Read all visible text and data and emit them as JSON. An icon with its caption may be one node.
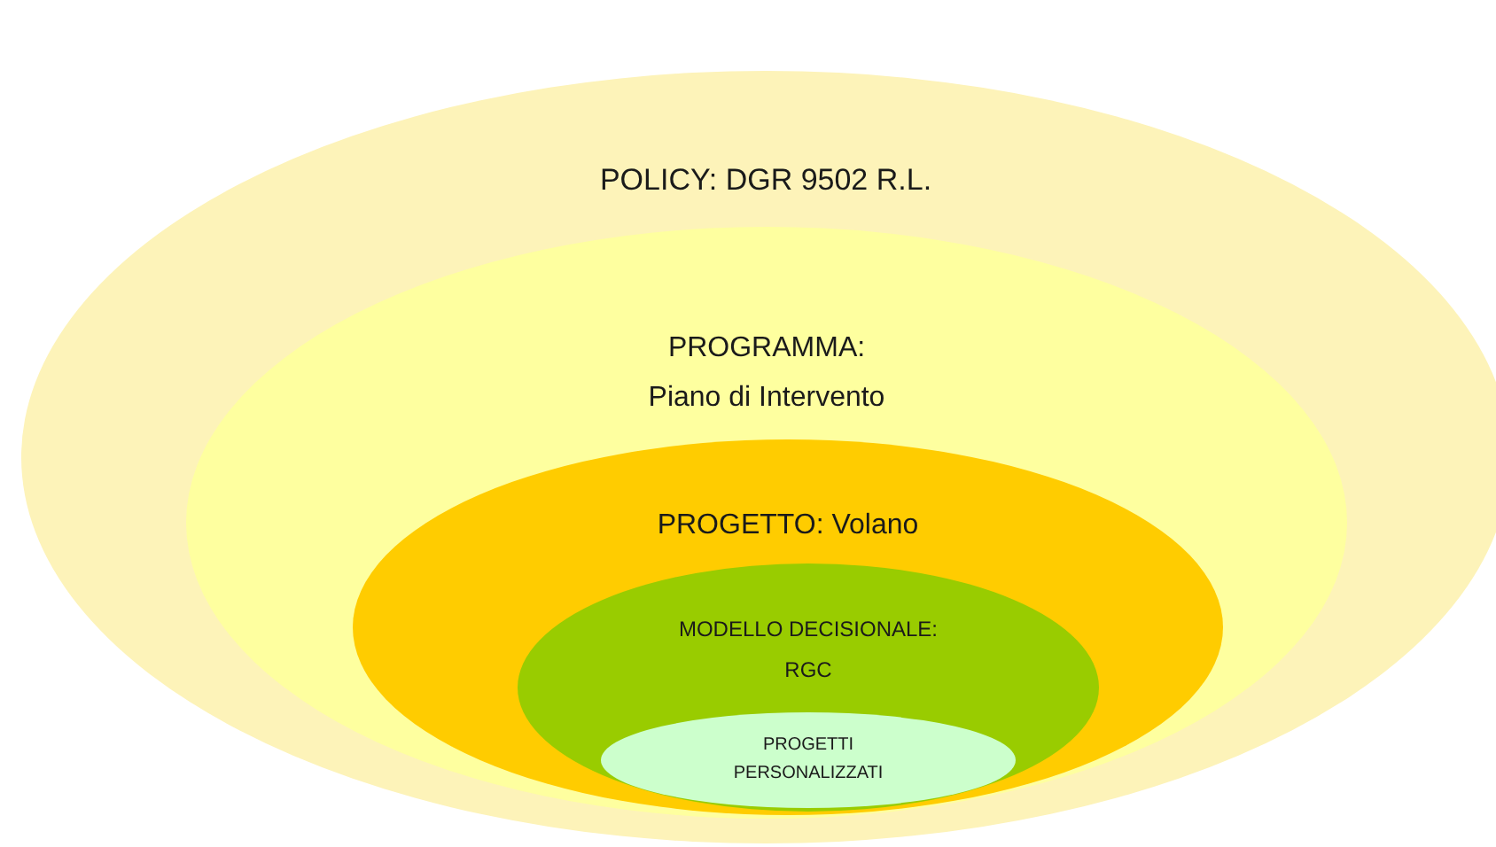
{
  "diagram": {
    "nodes": [
      {
        "text": [
          "POLICY: DGR 9502 R.L."
        ]
      },
      {
        "text": [
          "PROGRAMMA:",
          "Piano di Intervento"
        ],
        "in": 0
      },
      {
        "text": [
          "PROGETTO: Volano"
        ],
        "in": 1
      },
      {
        "text": [
          "MODELLO DECISIONALE:",
          "RGC"
        ],
        "in": 2
      },
      {
        "text": [
          "PROGETTI PERSONALIZZATI"
        ],
        "in": 3
      }
    ]
  }
}
